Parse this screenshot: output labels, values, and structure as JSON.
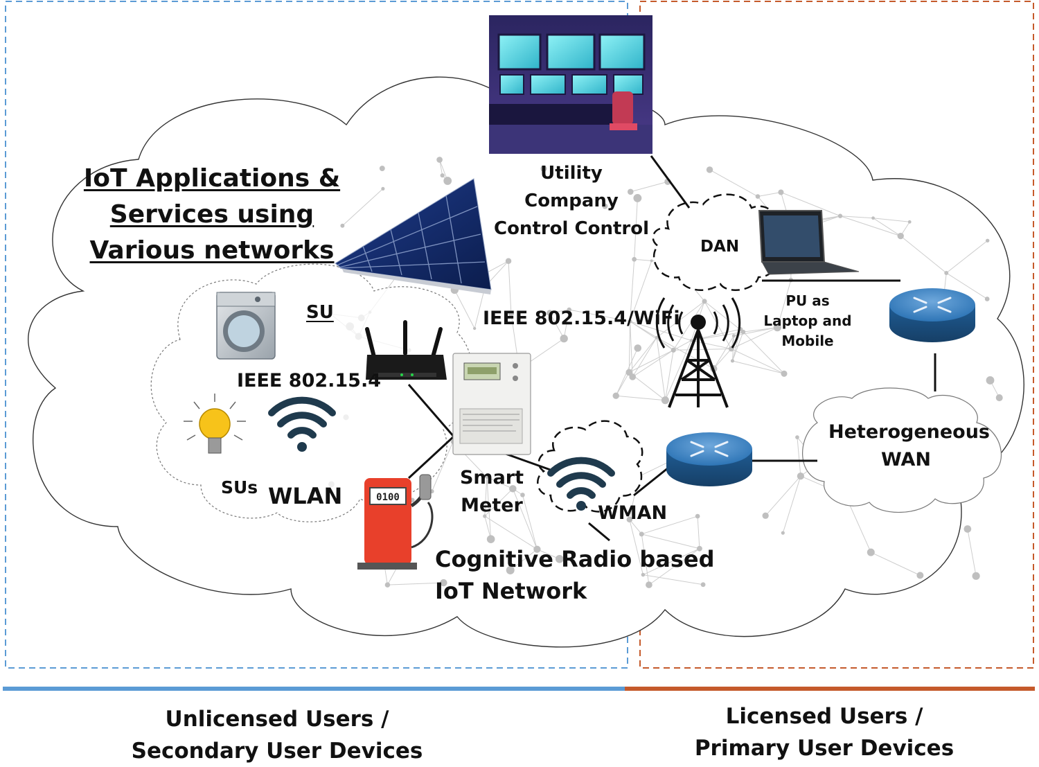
{
  "title": {
    "line1": "IoT Applications &",
    "line2": "Services using",
    "line3": "Various networks"
  },
  "control_center": {
    "line1": "Utility",
    "line2": "Company",
    "line3": "Control Control"
  },
  "labels": {
    "dan": "DAN",
    "su": "SU",
    "ieee_802154": "IEEE 802.15.4",
    "ieee_wifi": "IEEE 802.15.4/WiFi",
    "sus": "SUs",
    "wlan": "WLAN",
    "smart_meter_1": "Smart",
    "smart_meter_2": "Meter",
    "wman": "WMAN",
    "pu_1": "PU as",
    "pu_2": "Laptop and",
    "pu_3": "Mobile",
    "wan_1": "Heterogeneous",
    "wan_2": "WAN",
    "crn_1": "Cognitive Radio based",
    "crn_2": "IoT Network",
    "fuel_digits": "0100"
  },
  "footer": {
    "left_1": "Unlicensed Users /",
    "left_2": "Secondary User Devices",
    "right_1": "Licensed Users /",
    "right_2": "Primary User Devices"
  },
  "colors": {
    "unlicensed": "#5b9bd5",
    "licensed": "#c55a2b",
    "router": "#2e75b6",
    "fuel_pump": "#e8402b"
  },
  "icons": [
    "solar-panel-icon",
    "monitor-wall-icon",
    "washing-machine-icon",
    "light-bulb-icon",
    "wifi-icon",
    "wireless-router-icon",
    "smart-meter-icon",
    "fuel-pump-icon",
    "cell-tower-icon",
    "laptop-icon",
    "network-router-icon"
  ]
}
